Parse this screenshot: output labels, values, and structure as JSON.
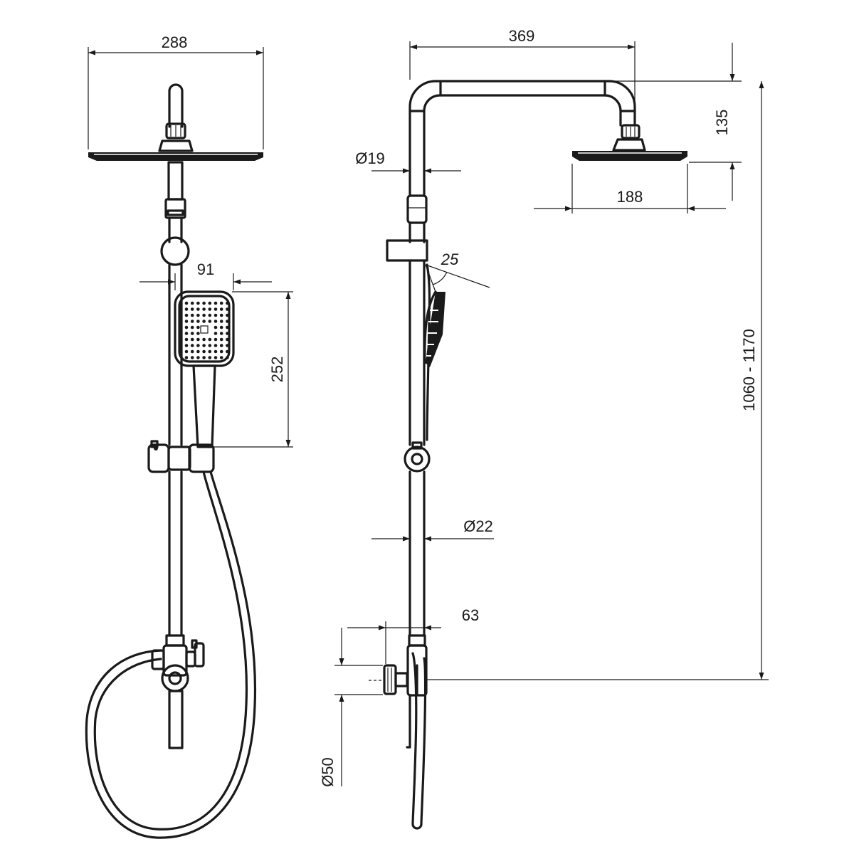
{
  "dimensions": {
    "front_width": "288",
    "handshower_width": "91",
    "handshower_height": "252",
    "side_reach": "369",
    "pipe_diameter": "Ø19",
    "head_drop": "135",
    "head_diameter": "188",
    "tilt_angle": "25",
    "bar_diameter": "Ø22",
    "offset": "63",
    "valve_diameter": "Ø50",
    "height_range": "1060 - 1170"
  }
}
